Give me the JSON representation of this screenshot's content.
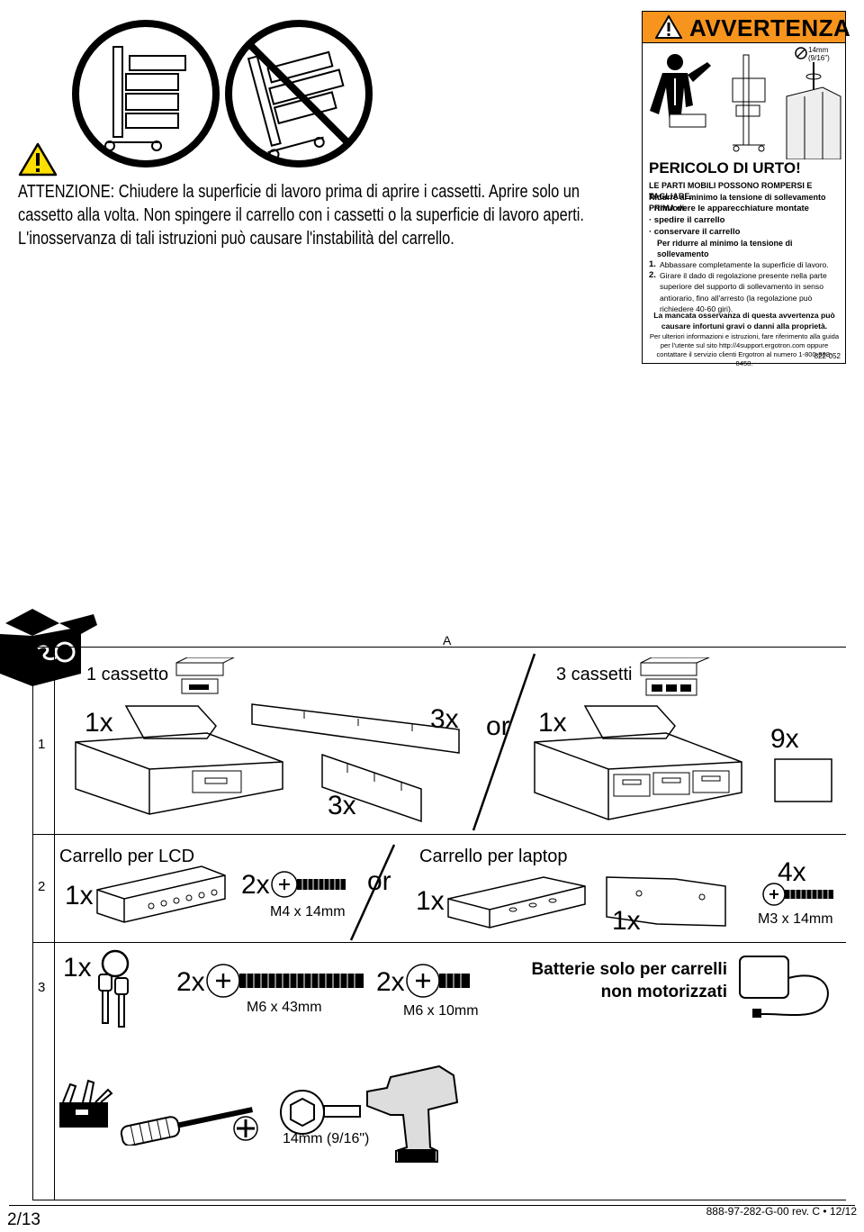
{
  "warning": {
    "caution_lines": [
      "ATTENZIONE: Chiudere la superficie di lavoro prima di aprire i cassetti. Aprire solo un",
      "cassetto alla volta. Non spingere il carrello con i cassetti o la superficie di lavoro aperti.",
      "L'inosservanza di tali istruzioni può causare l'instabilità del carrello."
    ]
  },
  "avvertenza": {
    "header": "AVVERTENZA",
    "wrench_size": "14mm (9/16\")",
    "title": "PERICOLO DI URTO!",
    "line1": "LE PARTI MOBILI POSSONO ROMPERSI E TAGLIARE.",
    "line2": "Ridurre al minimo la tensione di sollevamento PRIMA di:",
    "bullet1": "· rimuovere le apparecchiature montate",
    "bullet2": "· spedire il carrello",
    "bullet3": "· conservare il carrello",
    "reduce_title": "Per ridurre al minimo la tensione di sollevamento",
    "step1_num": "1.",
    "step1": "Abbassare completamente la superficie di lavoro.",
    "step2_num": "2.",
    "step2": "Girare il dado di regolazione presente nella parte superiore del supporto di sollevamento in senso antiorario, fino all'arresto (la regolazione può richiedere 40-60 giri).",
    "consequence": "La mancata osservanza di questa avvertenza può causare infortuni gravi o danni alla proprietà.",
    "info": "Per ulteriori informazioni e istruzioni, fare riferimento alla guida per l'utente sul sito http://4support.ergotron.com oppure contattare il servizio clienti Ergotron al numero 1-800-888-8458.",
    "code": "822-052"
  },
  "parts": {
    "column_a": "A",
    "rows": [
      "1",
      "2",
      "3"
    ],
    "row1": {
      "one_drawer": "1 cassetto",
      "three_drawers": "3 cassetti",
      "qty_1x_left": "1x",
      "qty_3x_top": "3x",
      "or": "or",
      "qty_1x_right": "1x",
      "qty_9x": "9x",
      "qty_3x_bottom": "3x"
    },
    "row2": {
      "lcd_cart": "Carrello per LCD",
      "qty_lcd": "1x",
      "qty_screws_left": "2x",
      "screw_left": "M4 x 14mm",
      "or": "or",
      "laptop_cart": "Carrello per laptop",
      "qty_laptop": "1x",
      "qty_bracket": "1x",
      "qty_screws_right": "4x",
      "screw_right": "M3 x 14mm"
    },
    "row3": {
      "qty_keys": "1x",
      "qty_long": "2x",
      "screw_long": "M6 x 43mm",
      "qty_short": "2x",
      "screw_short": "M6 x 10mm",
      "battery_line1": "Batterie solo per carrelli",
      "battery_line2": "non motorizzati"
    }
  },
  "tools": {
    "socket": "14mm (9/16\")"
  },
  "footer": {
    "page": "2/13",
    "doc": "888-97-282-G-00 rev. C • 12/12"
  },
  "colors": {
    "warning_orange": "#f7941d",
    "caution_yellow": "#ffde00"
  }
}
